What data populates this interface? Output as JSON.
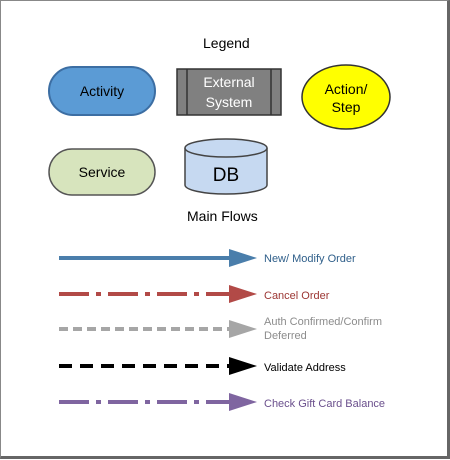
{
  "legend": {
    "title": "Legend",
    "shapes": {
      "activity": {
        "label": "Activity",
        "fill": "#5b9bd5",
        "stroke": "#3c6ea3"
      },
      "external_system": {
        "label_line1": "External",
        "label_line2": "System",
        "fill": "#808080",
        "stroke": "#333333"
      },
      "action_step": {
        "label_line1": "Action/",
        "label_line2": "Step",
        "fill": "#ffff00",
        "stroke": "#333333"
      },
      "service": {
        "label": "Service",
        "fill": "#d7e4bd",
        "stroke": "#555555"
      },
      "db": {
        "label": "DB",
        "fill": "#c6d9f1",
        "stroke": "#444444"
      }
    }
  },
  "main_flows": {
    "title": "Main Flows",
    "flows": [
      {
        "label": "New/ Modify Order",
        "color": "#4a7eab",
        "style": "solid"
      },
      {
        "label": "Cancel Order",
        "color": "#b24a47",
        "style": "dash-dot"
      },
      {
        "label": "Auth Confirmed/Confirm Deferred",
        "color": "#a6a6a6",
        "style": "dashed"
      },
      {
        "label": "Validate Address",
        "color": "#000000",
        "style": "dashed"
      },
      {
        "label": "Check Gift Card Balance",
        "color": "#7f65a0",
        "style": "dash-dot"
      }
    ]
  }
}
